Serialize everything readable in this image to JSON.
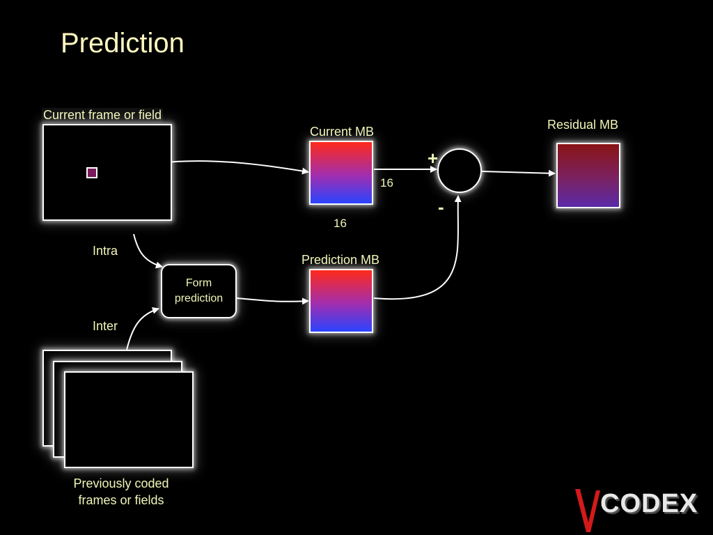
{
  "slide": {
    "title": "Prediction"
  },
  "diagram": {
    "current_frame_label": "Current frame or field",
    "current_mb_label": "Current MB",
    "residual_mb_label": "Residual MB",
    "prediction_mb_label": "Prediction MB",
    "form_prediction_line1": "Form",
    "form_prediction_line2": "prediction",
    "intra_label": "Intra",
    "inter_label": "Inter",
    "plus_sign": "+",
    "minus_sign": "-",
    "width_label": "16",
    "height_label": "16",
    "previous_frames_line1": "Previously coded",
    "previous_frames_line2": "frames or fields"
  },
  "logo": {
    "text": "CODEX",
    "letter": "V",
    "letter_color": "#d21a1a"
  },
  "colors": {
    "background": "#000000",
    "label": "#F2F6B8",
    "title": "#FFF8C0",
    "mb_top": "#ff2a1a",
    "mb_bottom": "#2a44ff",
    "residual_top": "#8a1414",
    "residual_bottom": "#5a2aa8"
  }
}
